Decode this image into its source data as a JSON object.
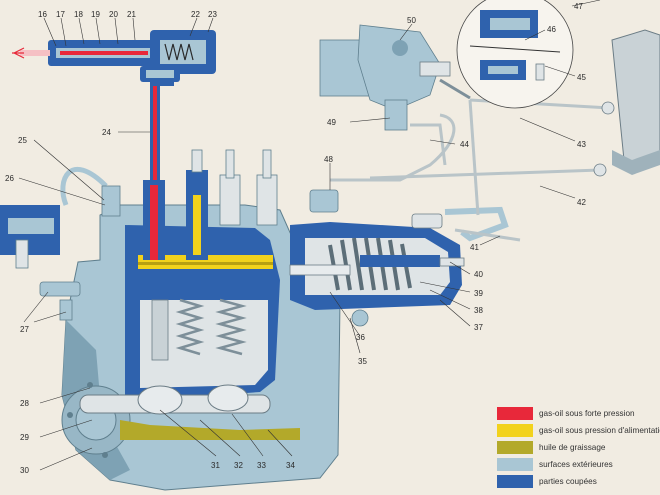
{
  "labels": {
    "n16": "16",
    "n17": "17",
    "n18": "18",
    "n19": "19",
    "n20": "20",
    "n21": "21",
    "n22": "22",
    "n23": "23",
    "n24": "24",
    "n25": "25",
    "n26": "26",
    "n27": "27",
    "n28": "28",
    "n29": "29",
    "n30": "30",
    "n31": "31",
    "n32": "32",
    "n33": "33",
    "n34": "34",
    "n35": "35",
    "n36": "36",
    "n37": "37",
    "n38": "38",
    "n39": "39",
    "n40": "40",
    "n41": "41",
    "n42": "42",
    "n43": "43",
    "n44": "44",
    "n45": "45",
    "n46": "46",
    "n47": "47",
    "n48": "48",
    "n49": "49",
    "n50": "50"
  },
  "legend": [
    {
      "id": "red",
      "text": "gas-oil sous forte pression",
      "color": "#e8283a"
    },
    {
      "id": "yellow",
      "text": "gas-oil sous pression d'alimentation",
      "color": "#f2d21c"
    },
    {
      "id": "olive",
      "text": "huile de graissage",
      "color": "#b3a92a"
    },
    {
      "id": "light",
      "text": "surfaces extérieures",
      "color": "#a9c6d4"
    },
    {
      "id": "blue",
      "text": "parties coupées",
      "color": "#2f62ad"
    }
  ],
  "colors": {
    "cut": "#2f62ad",
    "exterior": "#a9c6d4",
    "exterior_dark": "#7ea2b4",
    "fuel_high": "#e8283a",
    "fuel_feed": "#f2d21c",
    "oil": "#b3a92a",
    "background": "#f1ece2",
    "metal": "#dfe4e6"
  }
}
